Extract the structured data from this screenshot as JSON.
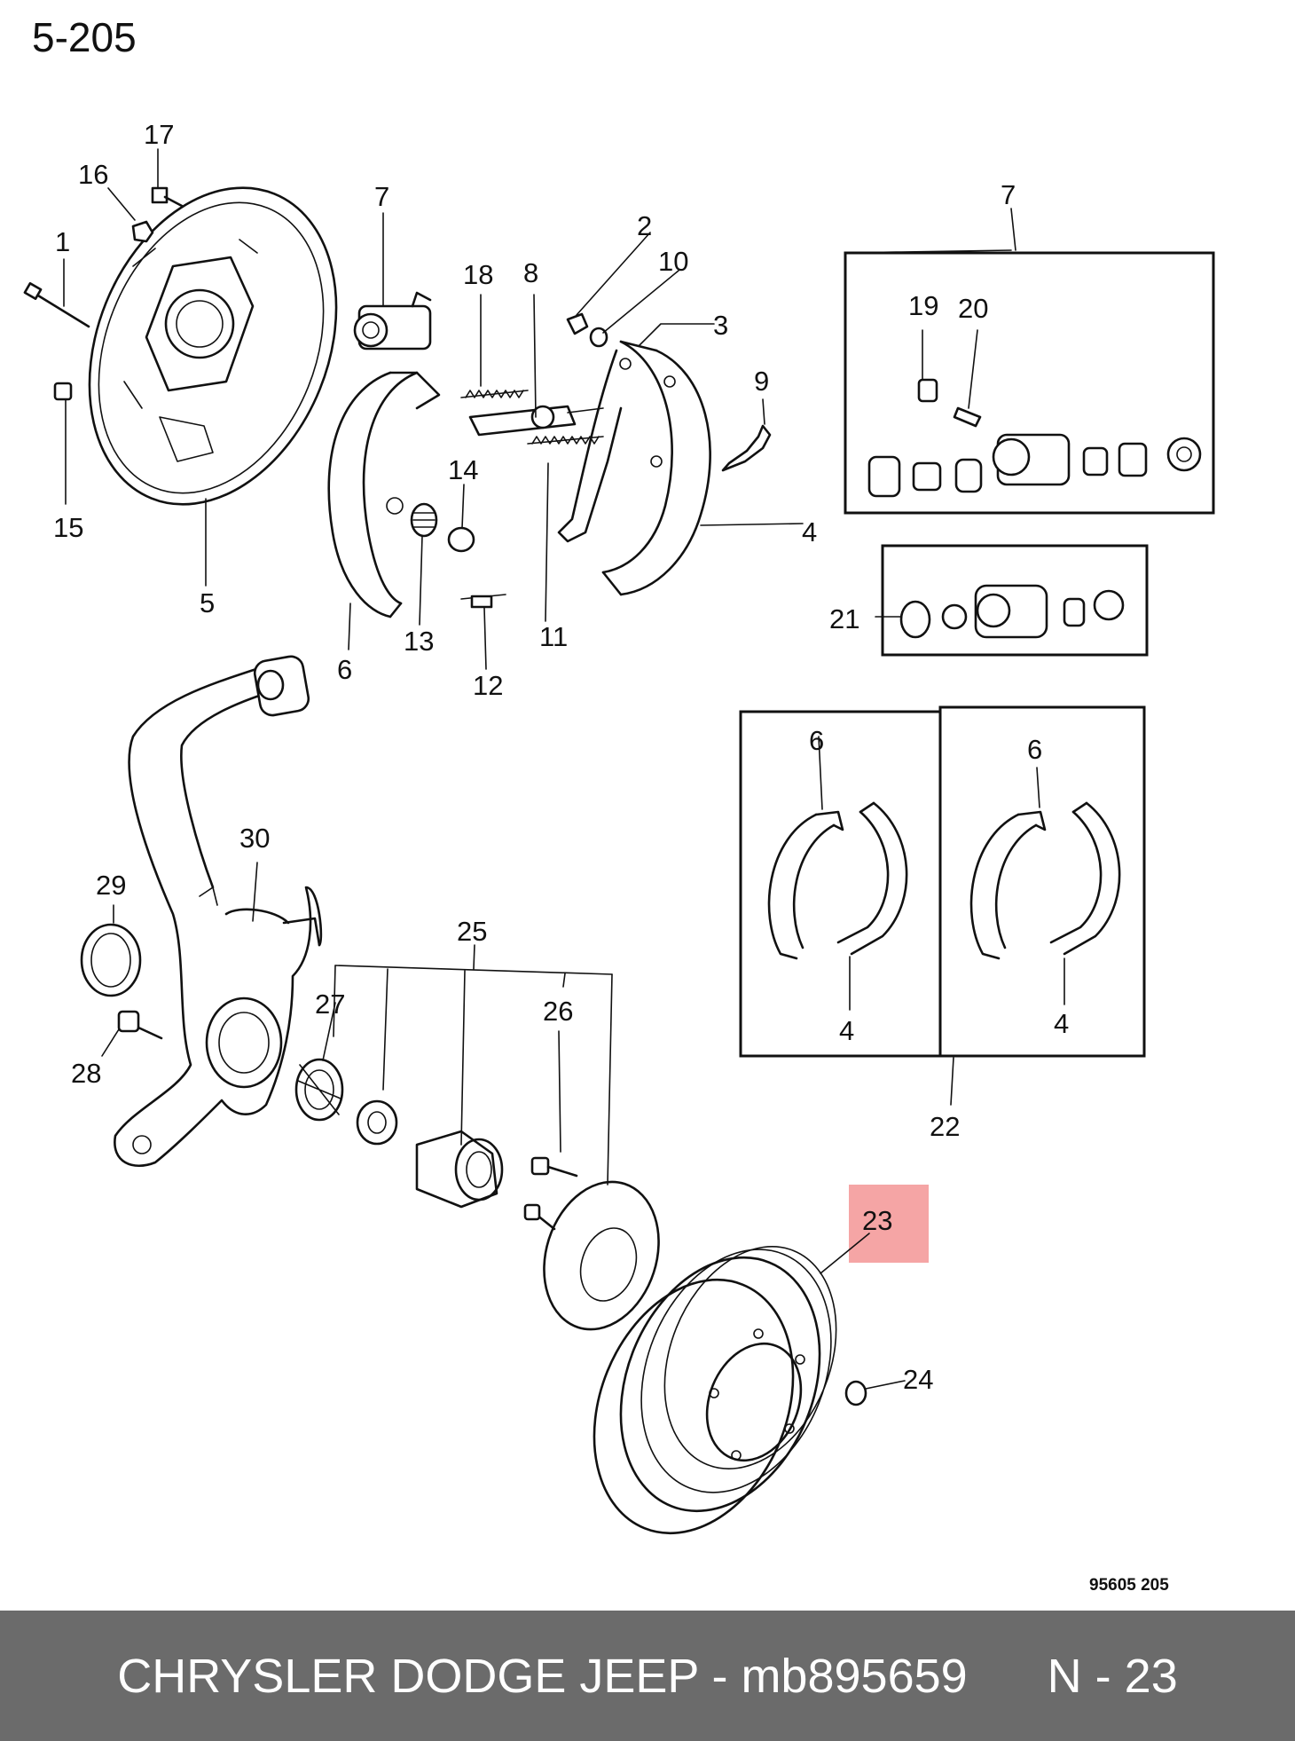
{
  "page_number": "5-205",
  "figure_code": "95605  205",
  "highlight_color": "#f5a5a5",
  "callouts": {
    "c1": "1",
    "c2": "2",
    "c3": "3",
    "c4a": "4",
    "c4b": "4",
    "c4c": "4",
    "c5": "5",
    "c6a": "6",
    "c6b": "6",
    "c6c": "6",
    "c7a": "7",
    "c7b": "7",
    "c8": "8",
    "c9": "9",
    "c10": "10",
    "c11": "11",
    "c12": "12",
    "c13": "13",
    "c14": "14",
    "c15": "15",
    "c16": "16",
    "c17": "17",
    "c18": "18",
    "c19": "19",
    "c20": "20",
    "c21": "21",
    "c22": "22",
    "c23": "23",
    "c24": "24",
    "c25": "25",
    "c26": "26",
    "c27": "27",
    "c28": "28",
    "c29": "29",
    "c30": "30"
  },
  "footer": {
    "text": "CHRYSLER DODGE JEEP - mb895659      N - 23"
  }
}
